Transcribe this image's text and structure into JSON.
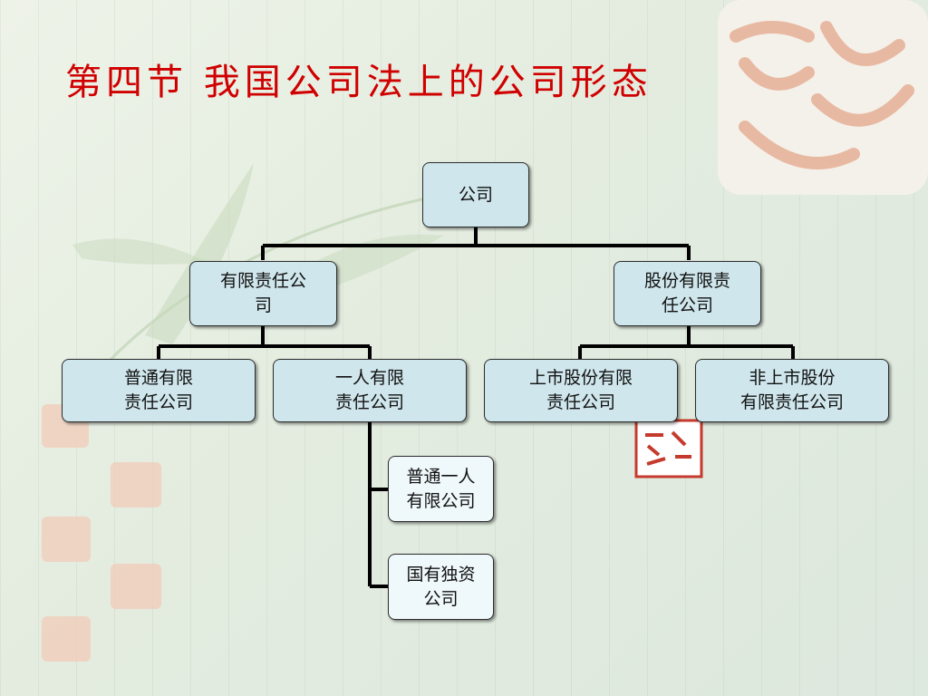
{
  "slide": {
    "title": "第四节 我国公司法上的公司形态"
  },
  "diagram": {
    "root": "公司",
    "level1": [
      {
        "line1": "有限责任公",
        "line2": "司"
      },
      {
        "line1": "股份有限责",
        "line2": "任公司"
      }
    ],
    "level2": [
      {
        "line1": "普通有限",
        "line2": "责任公司"
      },
      {
        "line1": "一人有限",
        "line2": "责任公司"
      },
      {
        "line1": "上市股份有限",
        "line2": "责任公司"
      },
      {
        "line1": "非上市股份",
        "line2": "有限责任公司"
      }
    ],
    "level3": [
      {
        "line1": "普通一人",
        "line2": "有限公司"
      },
      {
        "line1": "国有独资",
        "line2": "公司"
      }
    ]
  },
  "colors": {
    "title": "#d00000",
    "node_fill": "#cfe6ec",
    "node_fill_light": "#eff8fb",
    "connector": "#000000"
  }
}
